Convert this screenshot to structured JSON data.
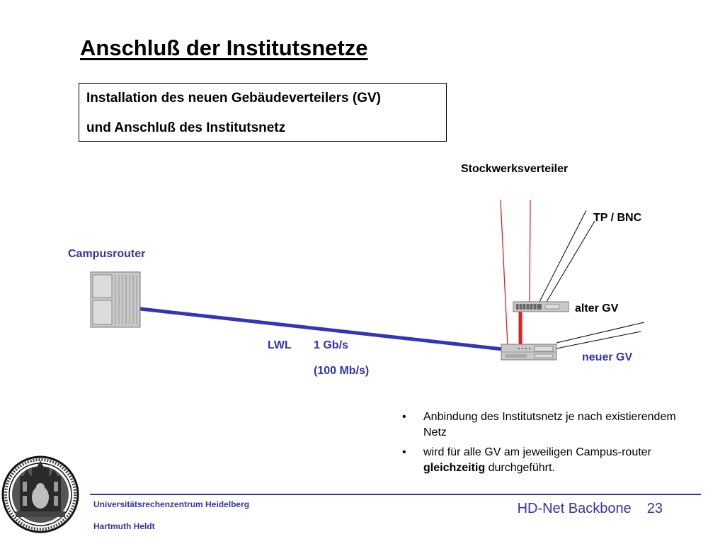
{
  "slide": {
    "title": "Anschluß der Institutsnetze",
    "box": {
      "line1": "Installation des neuen Gebäudeverteilers (GV)",
      "line2": "und Anschluß des Institutsnetz"
    }
  },
  "diagram": {
    "stockwerk_label": "Stockwerksverteiler",
    "tp_bnc_label": "TP / BNC",
    "campus_label": "Campusrouter",
    "alter_gv_label": "alter GV",
    "neuer_gv_label": "neuer GV",
    "lwl_label": "LWL",
    "speed_label": "1 Gb/s",
    "speed_alt_label": "(100 Mb/s)",
    "colors": {
      "link_blue": "#3333bb",
      "riser_red": "#dd2222",
      "device_gray": "#c8c8c8"
    }
  },
  "bullets": {
    "item1": "Anbindung des Institutsnetz je nach existierendem Netz",
    "item2_pre": "wird für alle GV am jeweiligen Campus-router",
    "item2_bold": "gleichzeitig",
    "item2_post": "durchgeführt."
  },
  "footer": {
    "org": "Universitätsrechenzentrum Heidelberg",
    "author": "Hartmuth Heldt",
    "topic": "HD-Net Backbone",
    "page": "23"
  }
}
